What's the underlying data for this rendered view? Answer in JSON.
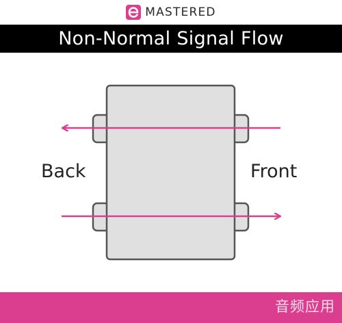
{
  "brand": {
    "name": "MASTERED",
    "logo_letter": "e"
  },
  "title": "Non-Normal Signal Flow",
  "labels": {
    "back": "Back",
    "front": "Front"
  },
  "colors": {
    "accent": "#db3e8f",
    "title_bar": "#000000",
    "device_fill": "#e0e0e0",
    "device_stroke": "#555555",
    "arrow": "#db3e8f"
  },
  "footer": {
    "watermark": "音频应用"
  }
}
